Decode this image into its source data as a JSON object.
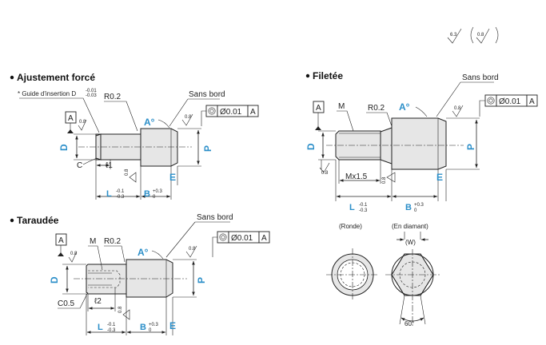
{
  "header": {
    "roughness_main": "6.3",
    "roughness_paren": "0.8"
  },
  "pressfit": {
    "title": "Ajustement forcé",
    "guide_note": "* Guide d'insertion D",
    "guide_tol_upper": "-0.01",
    "guide_tol_lower": "-0.03",
    "datum": "A",
    "radius": "R0.2",
    "edge_note": "Sans bord",
    "angle": "A°",
    "roughness_a": "0.8",
    "roughness_b": "0.8",
    "roughness_c": "0.8",
    "tolerance_value": "Ø0.01",
    "tolerance_datum": "A",
    "dim_D": "D",
    "dim_P": "P",
    "dim_C": "C",
    "dim_l1": "ℓ1",
    "dim_E": "E",
    "dim_L": "L",
    "dim_L_upper": "-0.1",
    "dim_L_lower": "-0.3",
    "dim_B": "B",
    "dim_B_upper": "+0.3",
    "dim_B_lower": "0"
  },
  "tapped": {
    "title": "Taraudée",
    "datum": "A",
    "thread": "M",
    "radius": "R0.2",
    "edge_note": "Sans bord",
    "angle": "A°",
    "roughness_a": "0.8",
    "roughness_b": "0.8",
    "roughness_c": "0.8",
    "tolerance_value": "Ø0.01",
    "tolerance_datum": "A",
    "dim_D": "D",
    "dim_P": "P",
    "chamfer": "C0.5",
    "dim_l2": "ℓ2",
    "dim_E": "E",
    "dim_L": "L",
    "dim_L_upper": "-0.1",
    "dim_L_lower": "-0.3",
    "dim_B": "B",
    "dim_B_upper": "+0.3",
    "dim_B_lower": "0"
  },
  "threaded": {
    "title": "Filetée",
    "edge_note": "Sans bord",
    "datum": "A",
    "thread": "M",
    "radius": "R0.2",
    "angle": "A°",
    "roughness_a": "0.8",
    "roughness_b": "0.8",
    "roughness_c": "0.8",
    "tolerance_value": "Ø0.01",
    "tolerance_datum": "A",
    "dim_D": "D",
    "dim_P": "P",
    "pitch": "Mx1.5",
    "dim_E": "E",
    "dim_L": "L",
    "dim_L_upper": "-0.1",
    "dim_L_lower": "-0.3",
    "dim_B": "B",
    "dim_B_upper": "+0.3",
    "dim_B_lower": "0"
  },
  "end_views": {
    "round_label": "(Ronde)",
    "diamond_label": "(En diamant)",
    "width_label": "(W)",
    "angle_label": "60°"
  }
}
